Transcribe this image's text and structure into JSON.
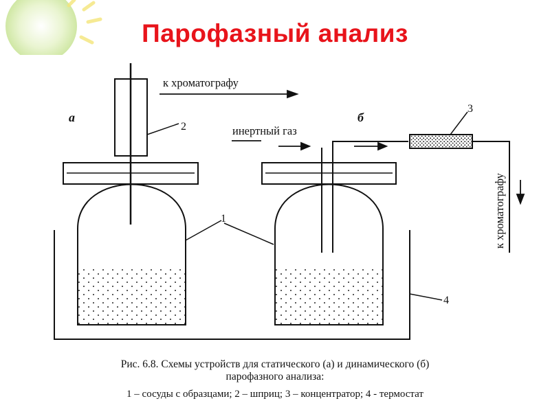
{
  "slide": {
    "title": "Парофазный анализ"
  },
  "diagram": {
    "labels": {
      "a": "а",
      "b": "б",
      "to_chromatograph_top": "к хроматографу",
      "to_chromatograph_side": "к хроматографу",
      "inert_gas": "инертный газ",
      "n1": "1",
      "n2": "2",
      "n3": "3",
      "n4": "4"
    }
  },
  "caption": {
    "line1": "Рис. 6.8. Схемы устройств для статического (а) и динамического (б)",
    "line2": "парофазного анализа:",
    "line3": "1 – сосуды с образцами; 2 – шприц; 3 – концентратор; 4 - термостат"
  },
  "colors": {
    "title": "#e8141b",
    "ink": "#111111",
    "decor": "#cfe89a"
  }
}
